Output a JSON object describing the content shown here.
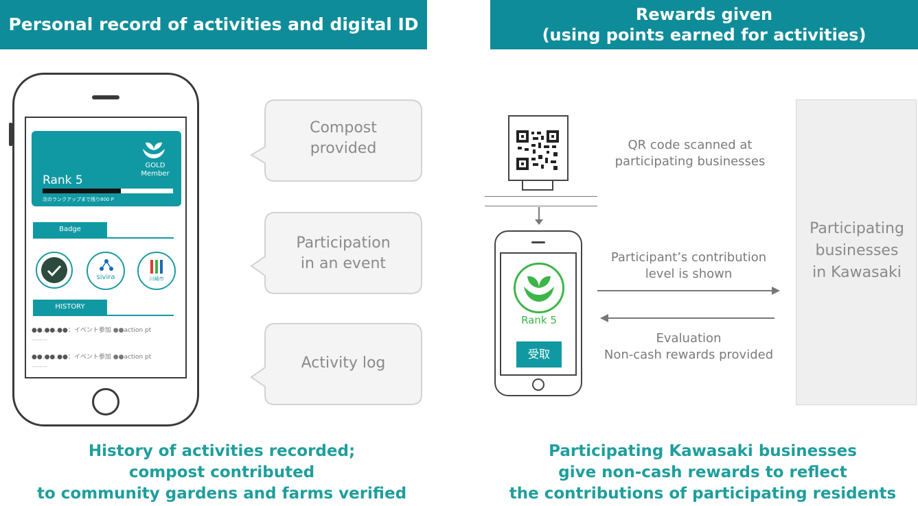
{
  "left_banner": "Personal record of activities and digital ID",
  "right_banner_line1": "Rewards given",
  "right_banner_line2": "(using points earned for activities)",
  "phone": {
    "card_rank": "Rank 5",
    "card_member_line1": "GOLD",
    "card_member_line2": "Member",
    "card_progress_text": "次のランクアップまで残り800 P",
    "badge_label": "Badge",
    "sivira_label": "sivira",
    "city_label": "川崎市",
    "history_label": "HISTORY",
    "history_rows": [
      {
        "date": "●●.●●.●●",
        "event": "：イベント参加",
        "points": "●●action pt"
      },
      {
        "date": "●●.●●.●●",
        "event": "：イベント参加",
        "points": "●●action pt"
      }
    ],
    "history_sub": "--------"
  },
  "bubbles": {
    "b1_line1": "Compost",
    "b1_line2": "provided",
    "b2_line1": "Participation",
    "b2_line2": "in an event",
    "b3": "Activity log"
  },
  "right": {
    "qr_line1": "QR code scanned at",
    "qr_line2": "participating businesses",
    "contrib_line1": "Participant’s contribution",
    "contrib_line2": "level is shown",
    "eval_line1": "Evaluation",
    "eval_line2": "Non-cash rewards provided",
    "small_rank": "Rank 5",
    "receive_button": "受取",
    "business_line1": "Participating",
    "business_line2": "businesses",
    "business_line3": "in Kawasaki"
  },
  "captions": {
    "left_line1": "History of activities recorded;",
    "left_line2": "compost contributed",
    "left_line3": "to community gardens and farms verified",
    "right_line1": "Participating Kawasaki businesses",
    "right_line2": "give non-cash rewards to reflect",
    "right_line3": "the contributions of participating residents"
  },
  "colors": {
    "teal_banner": "#0f8c99",
    "teal_text": "#1f9e9c",
    "leaf_green": "#3cb54a",
    "bubble_fill": "#f4f4f4",
    "business_fill": "#efefef"
  }
}
